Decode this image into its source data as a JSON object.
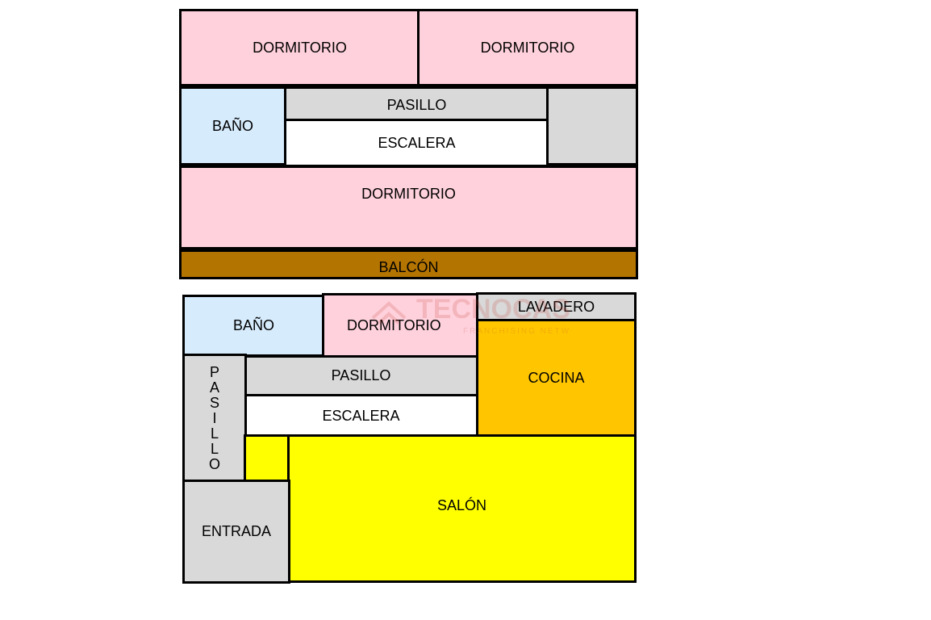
{
  "floor_upper": {
    "rooms": {
      "dormitorio_1": "DORMITORIO",
      "dormitorio_2": "DORMITORIO",
      "bano": "BAÑO",
      "pasillo": "PASILLO",
      "escalera": "ESCALERA",
      "storage": "",
      "dormitorio_3": "DORMITORIO",
      "balcon": "BALCÓN"
    }
  },
  "floor_lower": {
    "rooms": {
      "bano": "BAÑO",
      "dormitorio": "DORMITORIO",
      "lavadero": "LAVADERO",
      "cocina": "COCINA",
      "pasillo_horizontal": "PASILLO",
      "escalera": "ESCALERA",
      "pasillo_vertical_letters": [
        "P",
        "A",
        "S",
        "I",
        "L",
        "L",
        "O"
      ],
      "salon": "SALÓN",
      "entrada": "ENTRADA"
    }
  },
  "watermark": {
    "brand": "TECNOCASA",
    "tagline": "FRANCHISING NETWORK"
  },
  "colors": {
    "dormitorio": "#ffd1dc",
    "bano": "#d6ebfc",
    "circulation": "#d9d9d9",
    "escalera": "#ffffff",
    "balcon": "#b47400",
    "cocina": "#ffc600",
    "salon": "#ffff00"
  }
}
